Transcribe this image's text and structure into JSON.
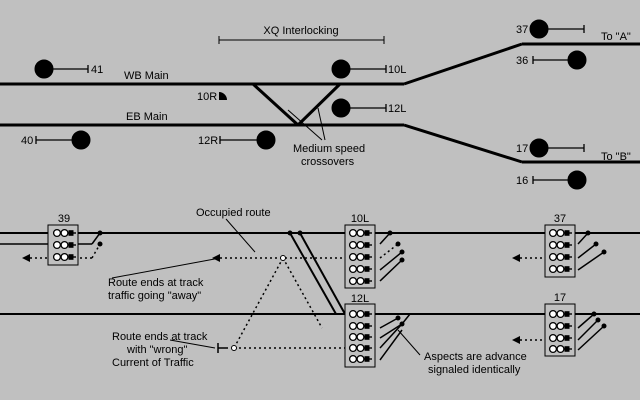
{
  "colors": {
    "background": "#c0c0c0",
    "ink": "#000000",
    "lamp": "#ffffff"
  },
  "interlocking": {
    "title": "XQ Interlocking"
  },
  "tracks": {
    "wb_main": "WB Main",
    "eb_main": "EB Main",
    "to_a": "To \"A\"",
    "to_b": "To \"B\""
  },
  "signals": {
    "s41": "41",
    "s40": "40",
    "s10l": "10L",
    "s12l": "12L",
    "s10r": "10R",
    "s12r": "12R",
    "s37": "37",
    "s36": "36",
    "s17": "17",
    "s16": "16"
  },
  "annotations": {
    "crossover_line1": "Medium speed",
    "crossover_line2": "crossovers",
    "occupied_route": "Occupied route",
    "away_line1": "Route ends at track",
    "away_line2": "traffic going \"away\"",
    "wrong_line1": "Route ends at track",
    "wrong_line2": "with \"wrong\"",
    "wrong_line3": "Current of Traffic",
    "advance_line1": "Aspects are advance",
    "advance_line2": "signaled identically"
  },
  "panel_heads": {
    "h39": "39",
    "h10l": "10L",
    "h12l": "12L",
    "h37": "37",
    "h17": "17"
  }
}
